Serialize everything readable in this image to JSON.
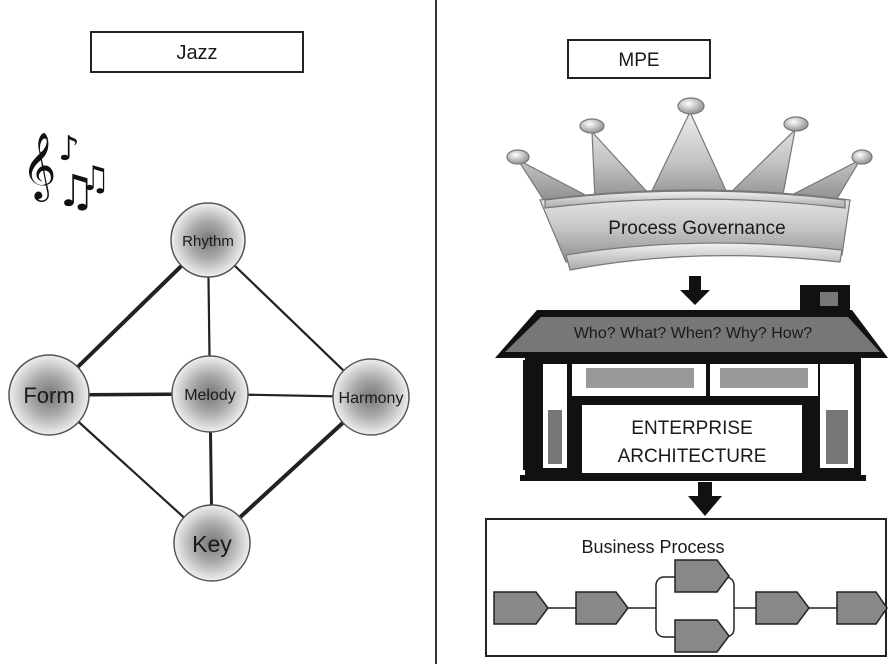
{
  "left_panel": {
    "title": "Jazz",
    "icon": "music-notes-icon",
    "nodes": {
      "rhythm": "Rhythm",
      "form": "Form",
      "melody": "Melody",
      "harmony": "Harmony",
      "key": "Key"
    }
  },
  "right_panel": {
    "title": "MPE",
    "crown_label": "Process Governance",
    "roof_label": "Who? What? When? Why? How?",
    "house_label_line1": "ENTERPRISE",
    "house_label_line2": "ARCHITECTURE",
    "process_title": "Business Process"
  }
}
